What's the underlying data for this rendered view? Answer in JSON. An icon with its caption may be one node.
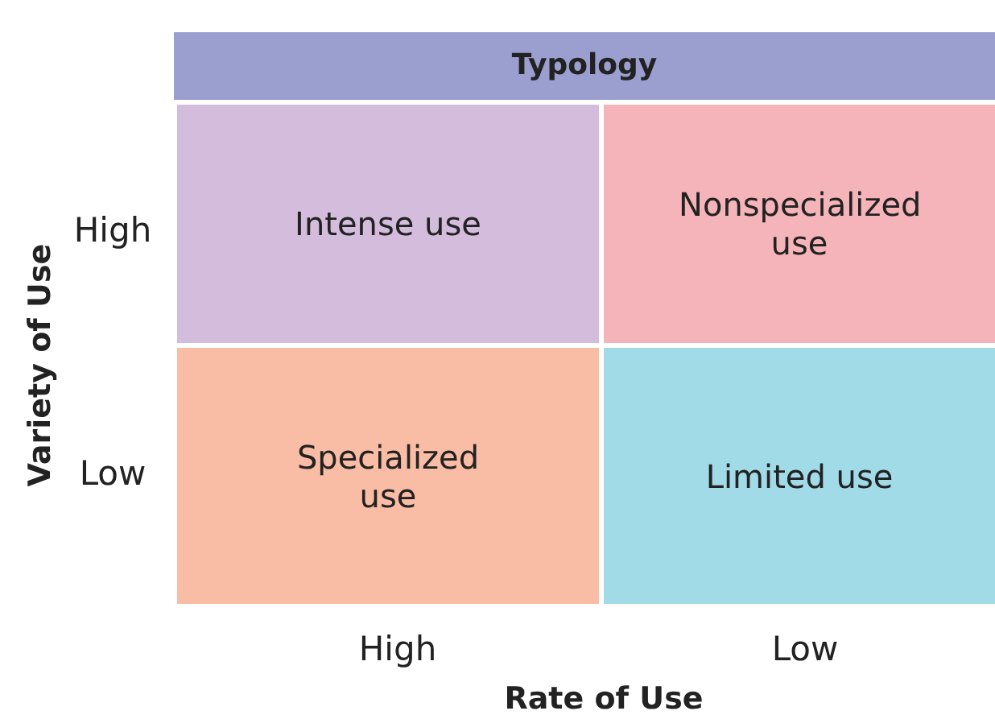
{
  "diagram": {
    "nodes": [
      {
        "text": [
          "Typology"
        ]
      },
      {
        "text": [
          "Intense use"
        ]
      },
      {
        "text": [
          "Nonspecialized use"
        ]
      },
      {
        "text": [
          "Specialized use"
        ]
      },
      {
        "text": [
          "Limited use"
        ]
      }
    ],
    "edges": [],
    "labels": [
      "Variety of Use",
      "High",
      "Low",
      "High",
      "Low",
      "Rate of Use"
    ]
  }
}
